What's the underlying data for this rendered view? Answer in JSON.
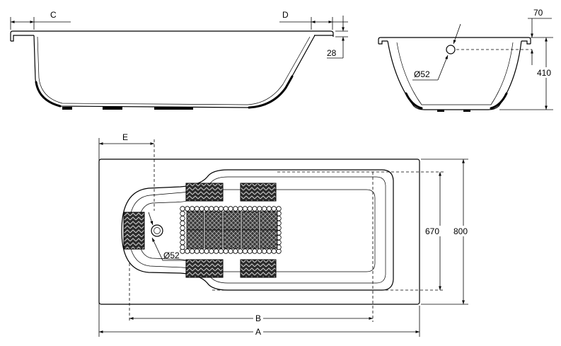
{
  "title": "",
  "colors": {
    "line": "#000000",
    "pad": "#2b2b2b",
    "background": "#ffffff"
  },
  "side_view": {
    "dim_c": "C",
    "dim_d": "D",
    "rim_height": "28"
  },
  "end_view": {
    "overflow_offset": "70",
    "depth": "410",
    "overflow_diameter": "Ø52"
  },
  "plan_view": {
    "dim_e": "E",
    "drain_diameter": "Ø52",
    "inner_width": "670",
    "outer_width": "800",
    "dim_b": "B",
    "dim_a": "A"
  }
}
